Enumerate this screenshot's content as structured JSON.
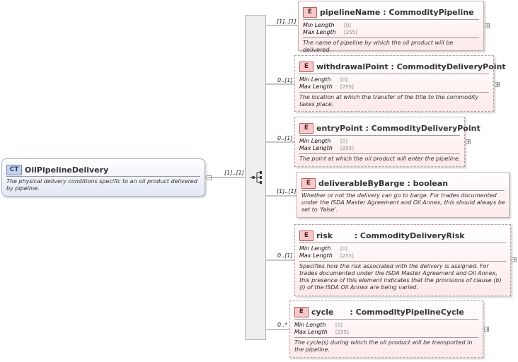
{
  "complex_type": {
    "badge": "CT",
    "name": "OilPipelineDelivery",
    "doc": "The physical delivery conditions specific to an oil product delivered by pipeline.",
    "collapse_symbol": "−"
  },
  "sequence": {
    "cardinality": "[1]..[1]"
  },
  "elements": [
    {
      "badge": "E",
      "title": "pipelineName : CommodityPipeline",
      "cardinality": "[1]..[1]",
      "facets": [
        {
          "name": "Min Length",
          "value": "[0]"
        },
        {
          "name": "Max Length",
          "value": "[255]"
        }
      ],
      "doc": "The name of pipeline by which the oil product will be delivered.",
      "expand_symbol": "+"
    },
    {
      "badge": "E",
      "title": "withdrawalPoint : CommodityDeliveryPoint",
      "cardinality": "0..[1]",
      "facets": [
        {
          "name": "Min Length",
          "value": "[0]"
        },
        {
          "name": "Max Length",
          "value": "[255]"
        }
      ],
      "doc": "The location at which the transfer of the title to the commodity takes place.",
      "expand_symbol": "+"
    },
    {
      "badge": "E",
      "title": "entryPoint : CommodityDeliveryPoint",
      "cardinality": "0..[1]",
      "facets": [
        {
          "name": "Min Length",
          "value": "[0]"
        },
        {
          "name": "Max Length",
          "value": "[255]"
        }
      ],
      "doc": "The point at which the oil product will enter the pipeline.",
      "expand_symbol": "+"
    },
    {
      "badge": "E",
      "title": "deliverableByBarge : boolean",
      "cardinality": "[1]..[1]",
      "facets": [],
      "doc": "Whether or not the delivery can go to barge. For trades documented under the ISDA Master Agreement and Oil Annex, this should always be set to 'false'.",
      "expand_symbol": ""
    },
    {
      "badge": "E",
      "title": "risk        : CommodityDeliveryRisk",
      "cardinality": "0..[1]",
      "facets": [
        {
          "name": "Min Length",
          "value": "[0]"
        },
        {
          "name": "Max Length",
          "value": "[255]"
        }
      ],
      "doc": "Specifies how the risk associated with the delivery is assigned. For trades documented under the ISDA Master Agreement and Oil Annex, this presence of this element indicates that the provisions of clause (b)(i) of the ISDA Oil Annex are being varied.",
      "expand_symbol": "+"
    },
    {
      "badge": "E",
      "title": "cycle      : CommodityPipelineCycle",
      "cardinality": "0..*",
      "facets": [
        {
          "name": "Min Length",
          "value": "[0]"
        },
        {
          "name": "Max Length",
          "value": "[255]"
        }
      ],
      "doc": "The cycle(s) during which the oil product will be transported in the pipeline.",
      "expand_symbol": "+"
    }
  ]
}
